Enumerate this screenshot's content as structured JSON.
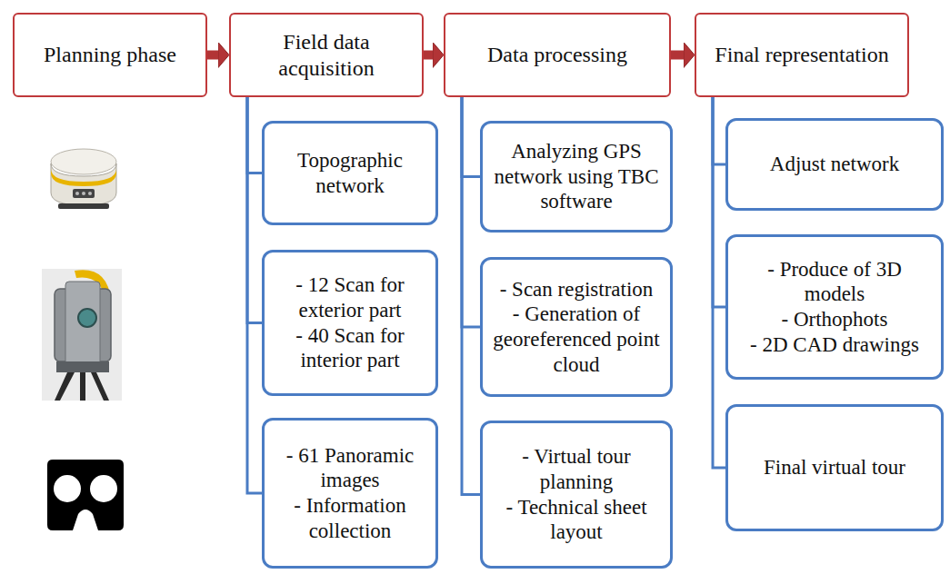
{
  "diagram": {
    "nodes": [
      {
        "text": [
          "Planning phase"
        ]
      },
      {
        "text": [
          "Field data acquisition"
        ]
      },
      {
        "text": [
          "Data processing"
        ]
      },
      {
        "text": [
          "Final representation"
        ]
      },
      {
        "text": [
          "Topographic network"
        ]
      },
      {
        "text": [
          "- 12 Scan for exterior part - 40 Scan for interior part"
        ]
      },
      {
        "text": [
          "- 61 Panoramic images - Information collection"
        ]
      },
      {
        "text": [
          "Analyzing GPS network using TBC software"
        ]
      },
      {
        "text": [
          "- Scan registration - Generation of georeferenced point cloud"
        ]
      },
      {
        "text": [
          "- Virtual tour planning - Technical sheet layout"
        ]
      },
      {
        "text": [
          "Adjust network"
        ]
      },
      {
        "text": [
          "- Produce of 3D models - Orthophots - 2D CAD drawings"
        ]
      },
      {
        "text": [
          "Final virtual tour"
        ]
      }
    ],
    "edges": [
      {
        "from": 0,
        "to": 1,
        "arrow": "to"
      },
      {
        "from": 1,
        "to": 2,
        "arrow": "to"
      },
      {
        "from": 2,
        "to": 3,
        "arrow": "to"
      },
      {
        "from": 1,
        "to": 4,
        "arrow": "none"
      },
      {
        "from": 1,
        "to": 5,
        "arrow": "none"
      },
      {
        "from": 1,
        "to": 6,
        "arrow": "none"
      },
      {
        "from": 2,
        "to": 7,
        "arrow": "none"
      },
      {
        "from": 2,
        "to": 8,
        "arrow": "none"
      },
      {
        "from": 2,
        "to": 9,
        "arrow": "none"
      },
      {
        "from": 3,
        "to": 10,
        "arrow": "none"
      },
      {
        "from": 3,
        "to": 11,
        "arrow": "none"
      },
      {
        "from": 3,
        "to": 12,
        "arrow": "none"
      }
    ]
  }
}
